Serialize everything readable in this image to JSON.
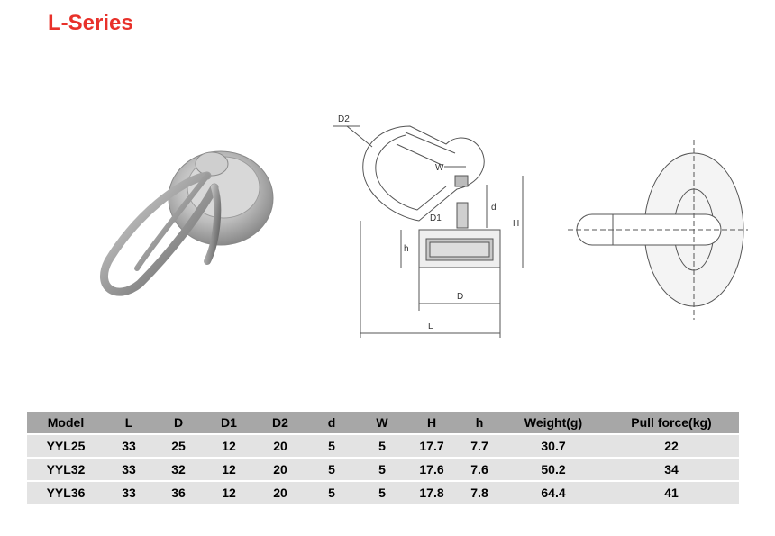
{
  "title": "L-Series",
  "drawing_labels": {
    "D2": "D2",
    "W": "W",
    "D1": "D1",
    "d": "d",
    "H": "H",
    "h": "h",
    "D": "D",
    "L": "L"
  },
  "table": {
    "headers": [
      "Model",
      "L",
      "D",
      "D1",
      "D2",
      "d",
      "W",
      "H",
      "h",
      "Weight(g)",
      "Pull force(kg)"
    ],
    "rows": [
      [
        "YYL25",
        "33",
        "25",
        "12",
        "20",
        "5",
        "5",
        "17.7",
        "7.7",
        "30.7",
        "22"
      ],
      [
        "YYL32",
        "33",
        "32",
        "12",
        "20",
        "5",
        "5",
        "17.6",
        "7.6",
        "50.2",
        "34"
      ],
      [
        "YYL36",
        "33",
        "36",
        "12",
        "20",
        "5",
        "5",
        "17.8",
        "7.8",
        "64.4",
        "41"
      ]
    ]
  }
}
